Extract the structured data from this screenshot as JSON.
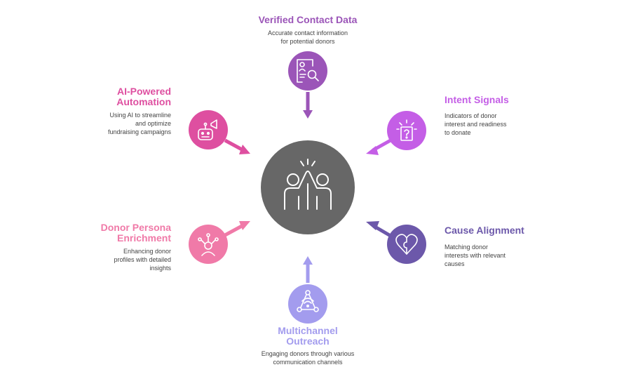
{
  "colors": {
    "center": "#676767",
    "verified": "#9b55b8",
    "intent": "#c45ee6",
    "cause": "#6c58aa",
    "multichannel": "#a39cee",
    "persona": "#f07aa8",
    "ai": "#de4fa0"
  },
  "center": {
    "icon": "high-five-icon"
  },
  "nodes": {
    "verified": {
      "title": "Verified Contact Data",
      "desc": "Accurate contact information\nfor potential donors",
      "icon": "contact-search-icon"
    },
    "intent": {
      "title": "Intent Signals",
      "desc": "Indicators of donor\ninterest and readiness\nto donate",
      "icon": "question-box-icon"
    },
    "cause": {
      "title": "Cause Alignment",
      "desc": "Matching donor\ninterests with relevant\ncauses",
      "icon": "heart-puzzle-icon"
    },
    "multichannel": {
      "title": "Multichannel\nOutreach",
      "desc": "Engaging donors through various\ncommunication channels",
      "icon": "network-signal-icon"
    },
    "persona": {
      "title": "Donor Persona\nEnrichment",
      "desc": "Enhancing donor\nprofiles with detailed\ninsights",
      "icon": "persona-network-icon"
    },
    "ai": {
      "title": "AI-Powered\nAutomation",
      "desc": "Using AI to streamline\nand optimize\nfundraising campaigns",
      "icon": "robot-megaphone-icon"
    }
  }
}
